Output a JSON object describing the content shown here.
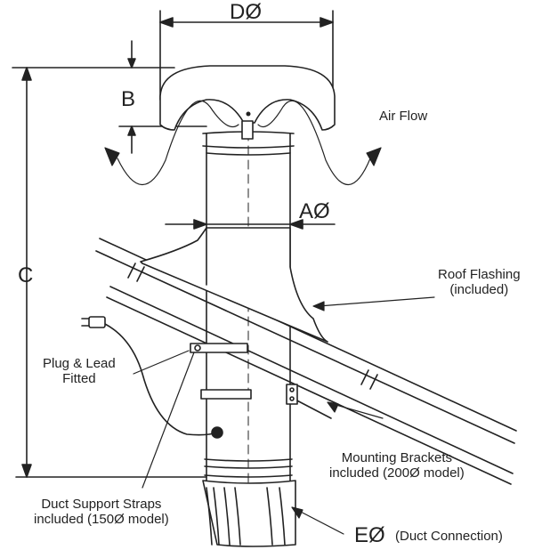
{
  "dimensions": {
    "d": "DØ",
    "b": "B",
    "c": "C",
    "a": "AØ",
    "e": "EØ"
  },
  "labels": {
    "air_flow": "Air Flow",
    "roof_flashing": [
      "Roof Flashing",
      "(included)"
    ],
    "plug_lead": [
      "Plug & Lead",
      "Fitted"
    ],
    "mounting_brackets": [
      "Mounting Brackets",
      "included (200Ø model)"
    ],
    "duct_support": [
      "Duct Support Straps",
      "included (150Ø model)"
    ],
    "duct_connection": "(Duct Connection)"
  },
  "colors": {
    "line": "#222222",
    "background": "#ffffff"
  }
}
